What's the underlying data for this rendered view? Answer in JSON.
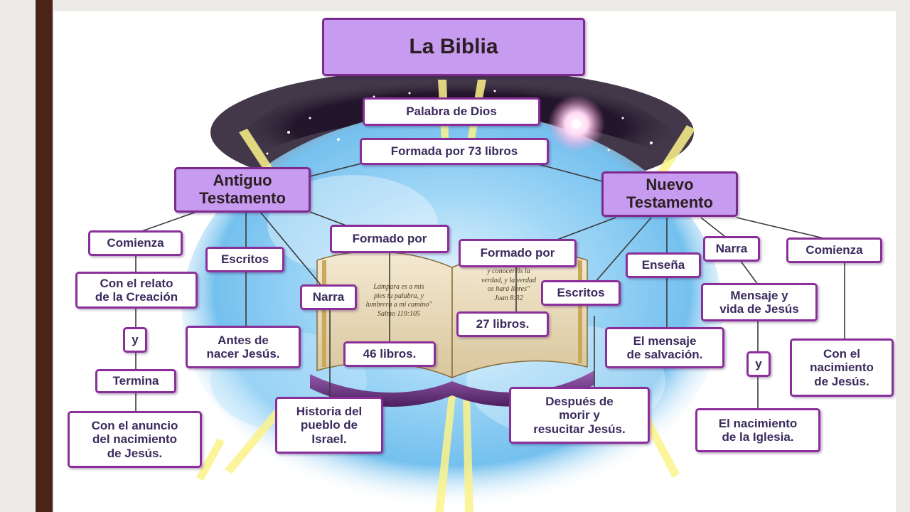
{
  "map": {
    "title": "La Biblia",
    "palabra": "Palabra de Dios",
    "formada": "Formada por 73 libros",
    "antiguo": {
      "title": "Antiguo\nTestamento",
      "comienza": "Comienza",
      "relato": "Con el relato\nde la Creación",
      "y": "y",
      "termina": "Termina",
      "anuncio": "Con el anuncio\ndel nacimiento\nde Jesús.",
      "escritos": "Escritos",
      "antes": "Antes de\nnacer Jesús.",
      "narra": "Narra",
      "historia": "Historia del\npueblo de\nIsrael.",
      "formado": "Formado por",
      "libros": "46 libros."
    },
    "nuevo": {
      "title": "Nuevo\nTestamento",
      "formado": "Formado por",
      "libros": "27 libros.",
      "escritos": "Escritos",
      "despues": "Después de\nmorir y\nresucitar Jesús.",
      "ensena": "Enseña",
      "mensaje_salvacion": "El mensaje\nde salvación.",
      "narra": "Narra",
      "mensaje_vida": "Mensaje y\nvida de Jesús",
      "y": "y",
      "iglesia": "El nacimiento\nde la Iglesia.",
      "comienza": "Comienza",
      "nacimiento": "Con el\nnacimiento\nde Jesús."
    }
  },
  "book": {
    "left_verse": "Lámpara es a mis\npies tu palabra, y\nlumbrera a mi camino\"\nSalmo 119:105",
    "right_verse": "y conoceréis la\nverdad, y la verdad\nos hará libres\"\nJuan 8:32"
  },
  "colors": {
    "node_border": "#8a2f9a",
    "node_fill_accent": "#c79bef",
    "sky": "#7ec8f2",
    "bar": "#4a2418"
  }
}
